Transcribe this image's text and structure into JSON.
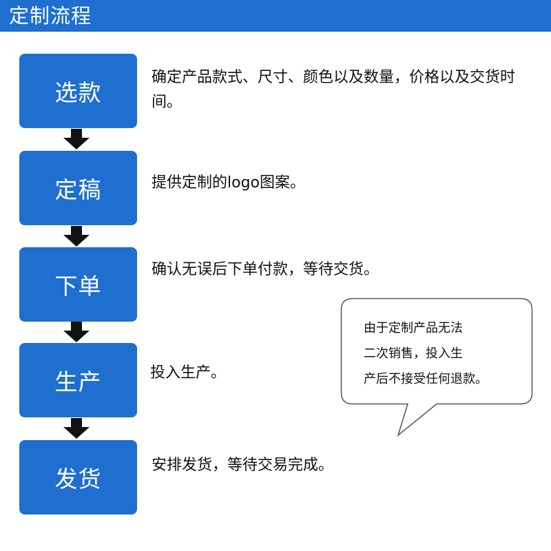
{
  "header": {
    "title": "定制流程"
  },
  "steps": [
    {
      "label": "选款",
      "description": "确定产品款式、尺寸、颜色以及数量，价格以及交货时间。"
    },
    {
      "label": "定稿",
      "description": "提供定制的logo图案。"
    },
    {
      "label": "下单",
      "description": "确认无误后下单付款，等待交货。"
    },
    {
      "label": "生产",
      "description": "投入生产。"
    },
    {
      "label": "发货",
      "description": "安排发货，等待交易完成。"
    }
  ],
  "note": {
    "lines": [
      "由于定制产品无法",
      "二次销售，投入生",
      "产后不接受任何退款。"
    ]
  },
  "colors": {
    "header": "#1e6fcf",
    "step_box": "#1e6fcf",
    "arrow": "#111111"
  }
}
